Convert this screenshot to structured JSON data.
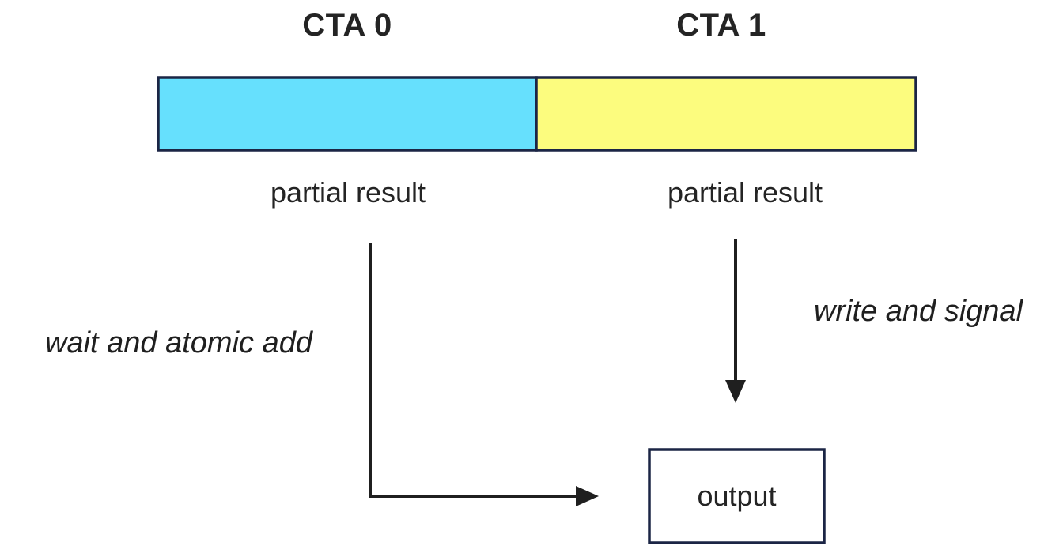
{
  "diagram": {
    "cta0_label": "CTA 0",
    "cta1_label": "CTA 1",
    "partial_result_left": "partial result",
    "partial_result_right": "partial result",
    "annotation_left": "wait and atomic add",
    "annotation_right": "write and signal",
    "output_label": "output",
    "colors": {
      "cta0_fill": "#66e0fd",
      "cta1_fill": "#fcfc7e",
      "outline": "#1b2545",
      "arrow": "#1f1f1f",
      "text": "#242424",
      "box_fill": "#ffffff"
    }
  }
}
